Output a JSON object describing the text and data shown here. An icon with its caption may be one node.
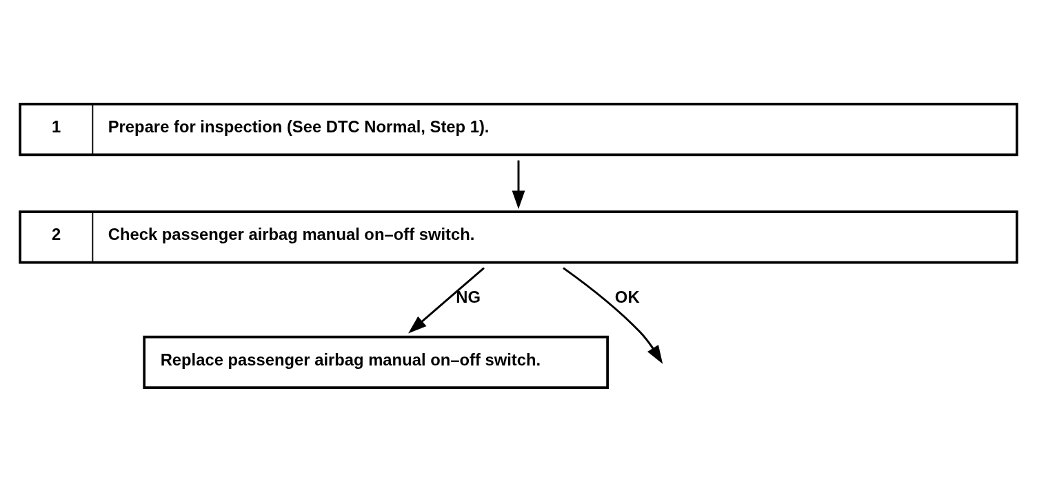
{
  "diagram": {
    "nodes": [
      {
        "text": [
          "1",
          "Prepare for inspection (See DTC Normal, Step 1)."
        ]
      },
      {
        "text": [
          "2",
          "Check passenger airbag manual on–off switch."
        ]
      },
      {
        "text": [
          "Replace passenger airbag manual on–off switch."
        ]
      }
    ],
    "edges": [
      {
        "from": 0,
        "to": 1,
        "arrow": "to"
      },
      {
        "from": 1,
        "to": 2,
        "arrow": "to",
        "label": "NG"
      },
      {
        "from": 1,
        "to": null,
        "arrow": "to",
        "label": "OK"
      }
    ]
  }
}
